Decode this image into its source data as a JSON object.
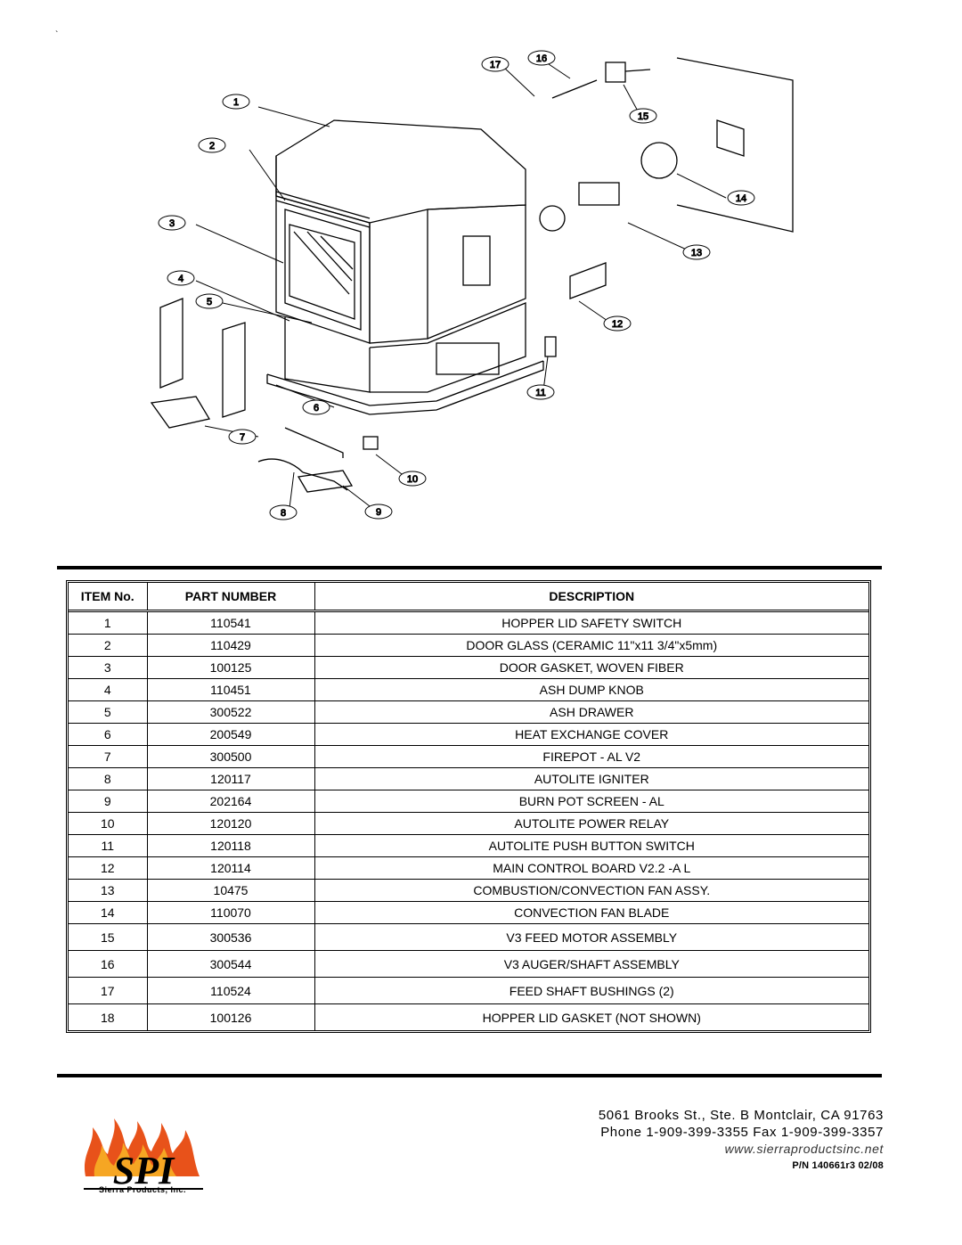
{
  "top_mark": "`",
  "diagram": {
    "callouts": [
      "1",
      "2",
      "3",
      "4",
      "5",
      "6",
      "7",
      "8",
      "9",
      "10",
      "11",
      "12",
      "13",
      "14",
      "15",
      "16",
      "17"
    ]
  },
  "table": {
    "headers": {
      "item": "ITEM No.",
      "part": "PART NUMBER",
      "desc": "DESCRIPTION"
    },
    "rows": [
      {
        "item": "1",
        "part": "110541",
        "desc": "HOPPER LID SAFETY SWITCH"
      },
      {
        "item": "2",
        "part": "110429",
        "desc": "DOOR GLASS (CERAMIC 11\"x11 3/4\"x5mm)"
      },
      {
        "item": "3",
        "part": "100125",
        "desc": "DOOR GASKET, WOVEN FIBER"
      },
      {
        "item": "4",
        "part": "110451",
        "desc": "ASH DUMP KNOB"
      },
      {
        "item": "5",
        "part": "300522",
        "desc": "ASH DRAWER"
      },
      {
        "item": "6",
        "part": "200549",
        "desc": "HEAT EXCHANGE COVER"
      },
      {
        "item": "7",
        "part": "300500",
        "desc": "FIREPOT - AL V2"
      },
      {
        "item": "8",
        "part": "120117",
        "desc": "AUTOLITE IGNITER"
      },
      {
        "item": "9",
        "part": "202164",
        "desc": "BURN POT SCREEN - AL"
      },
      {
        "item": "10",
        "part": "120120",
        "desc": "AUTOLITE POWER RELAY"
      },
      {
        "item": "11",
        "part": "120118",
        "desc": "AUTOLITE PUSH BUTTON SWITCH"
      },
      {
        "item": "12",
        "part": "120114",
        "desc": "MAIN CONTROL BOARD V2.2 -A L"
      },
      {
        "item": "13",
        "part": "10475",
        "desc": "COMBUSTION/CONVECTION FAN ASSY."
      },
      {
        "item": "14",
        "part": "110070",
        "desc": "CONVECTION FAN BLADE"
      },
      {
        "item": "15",
        "part": "300536",
        "desc": "V3 FEED MOTOR ASSEMBLY"
      },
      {
        "item": "16",
        "part": "300544",
        "desc": "V3 AUGER/SHAFT ASSEMBLY"
      },
      {
        "item": "17",
        "part": "110524",
        "desc": "FEED SHAFT BUSHINGS (2)"
      },
      {
        "item": "18",
        "part": "100126",
        "desc": "HOPPER LID GASKET (NOT SHOWN)"
      }
    ]
  },
  "footer": {
    "address": "5061 Brooks St., Ste. B Montclair, CA 91763",
    "phone": "Phone 1-909-399-3355 Fax 1-909-399-3357",
    "website": "www.sierraproductsinc.net",
    "pn": "P/N 140661r3 02/08"
  },
  "logo": {
    "text": "SPI",
    "subtitle": "Sierra Products, Inc."
  },
  "colors": {
    "flame": "#e8521a",
    "flame_light": "#f6a623",
    "ink": "#000000"
  }
}
